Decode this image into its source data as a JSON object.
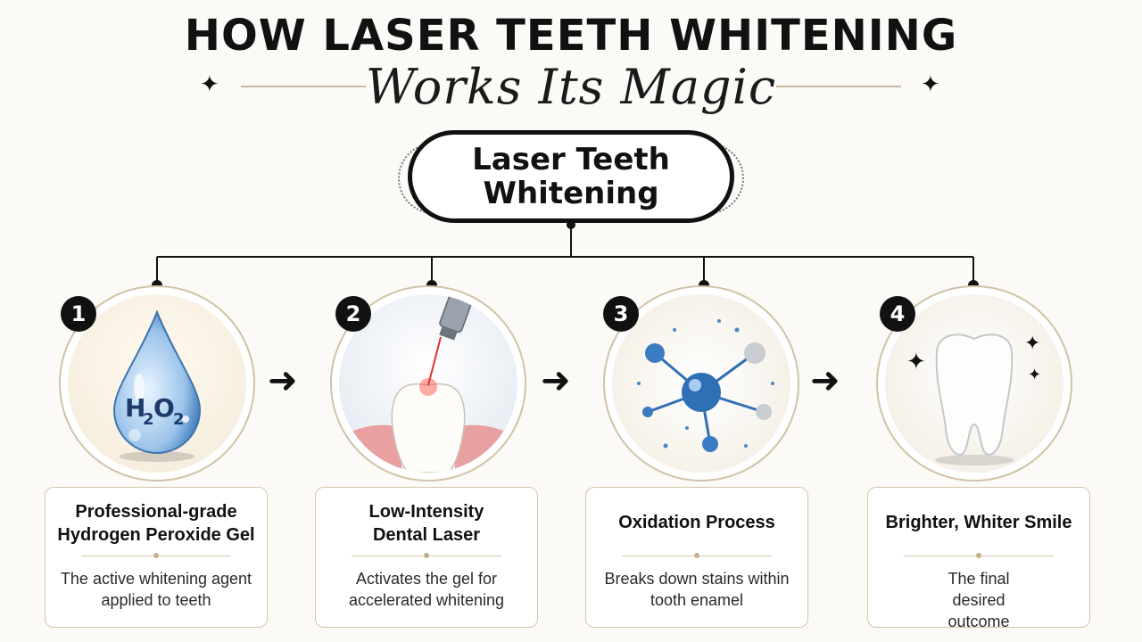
{
  "header": {
    "title": "HOW LASER TEETH WHITENING",
    "subtitle": "Works Its Magic"
  },
  "center": {
    "label": "Laser Teeth Whitening"
  },
  "steps": [
    {
      "number": "1",
      "icon": "hydrogen-peroxide-drop-icon",
      "icon_text": "H2O2",
      "title": "Professional-grade Hydrogen Peroxide Gel",
      "description": "The active whitening agent applied to teeth"
    },
    {
      "number": "2",
      "icon": "dental-laser-tooth-icon",
      "title": "Low-Intensity Dental Laser",
      "description": "Activates the gel for accelerated whitening"
    },
    {
      "number": "3",
      "icon": "oxidation-molecule-icon",
      "title": "Oxidation Process",
      "description": "Breaks down stains within tooth enamel"
    },
    {
      "number": "4",
      "icon": "sparkling-white-tooth-icon",
      "title": "Brighter, Whiter Smile",
      "description": "The final desired outcome"
    }
  ],
  "colors": {
    "accent_gold": "#c9b89c",
    "ink": "#111111",
    "molecule_blue": "#2f6fb5",
    "laser_red": "#e0322d",
    "gum_pink": "#e8a0a0"
  }
}
